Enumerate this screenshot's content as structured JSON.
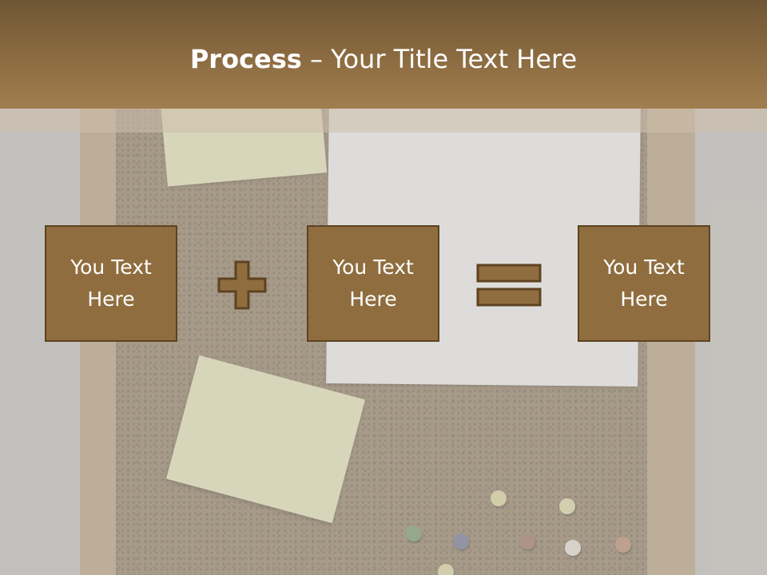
{
  "slide": {
    "title_bold": "Process",
    "title_rest": " – Your Title Text Here",
    "boxes": [
      {
        "line1": "You Text",
        "line2": "Here"
      },
      {
        "line1": "You Text",
        "line2": "Here"
      },
      {
        "line1": "You Text",
        "line2": "Here"
      }
    ],
    "operators": [
      "plus-icon",
      "equals-icon"
    ]
  },
  "colors": {
    "title_bar": "#8a6a40",
    "box_fill": "#8f6d3f",
    "box_border": "#5e4321",
    "text": "#ffffff"
  }
}
